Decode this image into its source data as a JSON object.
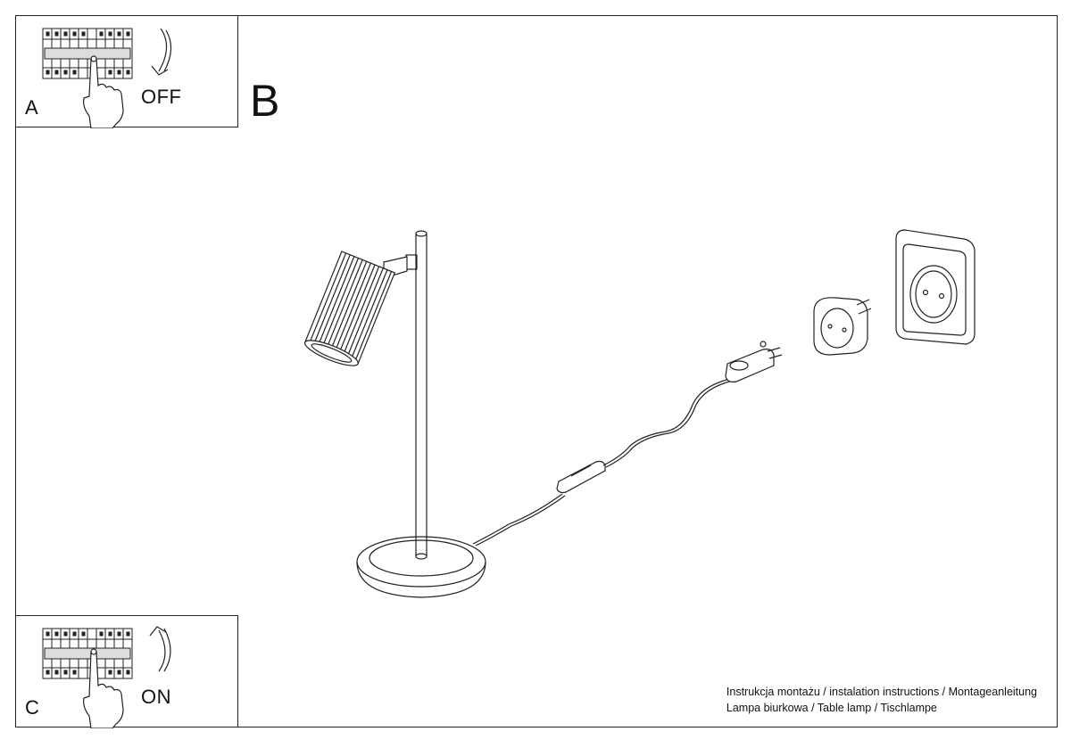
{
  "step_a": {
    "letter": "A",
    "state": "OFF"
  },
  "step_b": {
    "letter": "B"
  },
  "step_c": {
    "letter": "C",
    "state": "ON"
  },
  "caption": {
    "line1": "Instrukcja montażu / instalation instructions / Montageanleitung",
    "line2": "Lampa biurkowa / Table lamp / Tischlampe"
  },
  "icons": {
    "breaker": "breaker-panel-icon",
    "hand": "hand-icon",
    "arrow_down": "curved-arrow-down-icon",
    "arrow_up": "curved-arrow-up-icon",
    "lamp": "table-lamp-drawing",
    "socket": "wall-socket-drawing",
    "adapter": "plug-adapter-drawing"
  }
}
